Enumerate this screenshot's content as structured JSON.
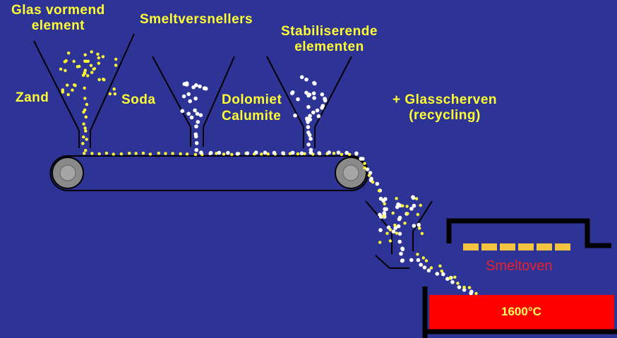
{
  "labels": {
    "glass_former": [
      "Glas vormend",
      "element"
    ],
    "sand": "Zand",
    "melt_accelerators": "Smeltversnellers",
    "soda": "Soda",
    "stabilizers": [
      "Stabiliserende",
      "elementen"
    ],
    "dolomite": "Dolomiet",
    "calumite": "Calumite",
    "cullet": [
      "+ Glasscherven",
      "(recycling)"
    ],
    "furnace": "Smeltoven",
    "temperature": "1600°C"
  },
  "colors": {
    "background": "#2e3496",
    "label_text": "#ffff33",
    "sand_grain": "#ffff33",
    "white_grain": "#ffffff",
    "furnace_text": "#e8202a",
    "melt": "#ff0000",
    "furnace_heater": "#f5c542",
    "wall": "#000000"
  }
}
